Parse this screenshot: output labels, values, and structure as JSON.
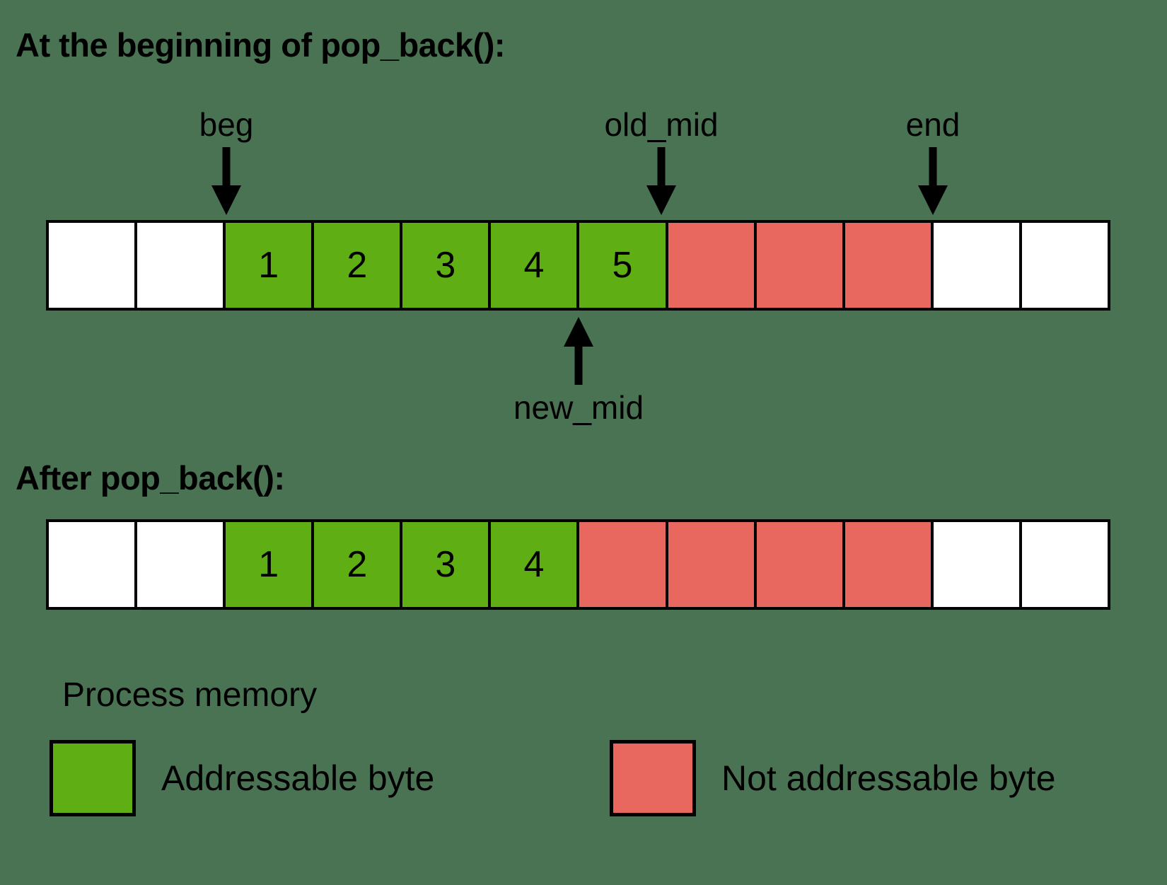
{
  "sections": [
    {
      "heading": "At the beginning of pop_back():",
      "row": {
        "cells": [
          {
            "state": "white",
            "label": ""
          },
          {
            "state": "white",
            "label": ""
          },
          {
            "state": "green",
            "label": "1"
          },
          {
            "state": "green",
            "label": "2"
          },
          {
            "state": "green",
            "label": "3"
          },
          {
            "state": "green",
            "label": "4"
          },
          {
            "state": "green",
            "label": "5"
          },
          {
            "state": "red",
            "label": ""
          },
          {
            "state": "red",
            "label": ""
          },
          {
            "state": "red",
            "label": ""
          },
          {
            "state": "white",
            "label": ""
          },
          {
            "state": "white",
            "label": ""
          }
        ]
      },
      "pointers_above": [
        {
          "label": "beg",
          "cell_boundary": 2
        },
        {
          "label": "old_mid",
          "cell_boundary": 7
        },
        {
          "label": "end",
          "cell_boundary": 10
        }
      ],
      "pointers_below": [
        {
          "label": "new_mid",
          "cell_boundary": 6
        }
      ]
    },
    {
      "heading": "After pop_back():",
      "row": {
        "cells": [
          {
            "state": "white",
            "label": ""
          },
          {
            "state": "white",
            "label": ""
          },
          {
            "state": "green",
            "label": "1"
          },
          {
            "state": "green",
            "label": "2"
          },
          {
            "state": "green",
            "label": "3"
          },
          {
            "state": "green",
            "label": "4"
          },
          {
            "state": "red",
            "label": ""
          },
          {
            "state": "red",
            "label": ""
          },
          {
            "state": "red",
            "label": ""
          },
          {
            "state": "red",
            "label": ""
          },
          {
            "state": "white",
            "label": ""
          },
          {
            "state": "white",
            "label": ""
          }
        ]
      },
      "pointers_above": [],
      "pointers_below": []
    }
  ],
  "legend": {
    "title": "Process memory",
    "items": [
      {
        "label": "Addressable byte",
        "color": "#5fae14"
      },
      {
        "label": "Not addressable byte",
        "color": "#e8675f"
      }
    ]
  },
  "colors": {
    "addressable": "#5fae14",
    "not_addressable": "#e8675f",
    "unallocated": "#ffffff",
    "stroke": "#000000",
    "background": "#4a7354"
  }
}
